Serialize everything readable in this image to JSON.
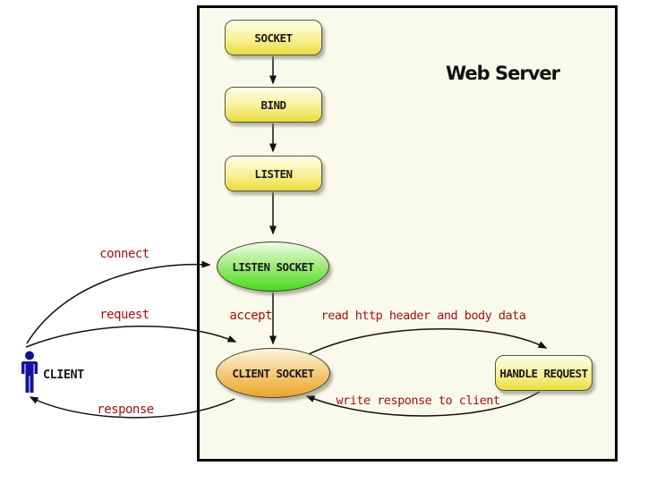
{
  "diagram": {
    "title": "Web Server",
    "client_label": "CLIENT",
    "nodes": {
      "socket": "SOCKET",
      "bind": "BIND",
      "listen": "LISTEN",
      "listen_socket": "LISTEN SOCKET",
      "client_socket": "CLIENT SOCKET",
      "handle_request": "HANDLE REQUEST"
    },
    "edges": {
      "connect": "connect",
      "request": "request",
      "response": "response",
      "accept": "accept",
      "read": "read http header and body data",
      "write": "write response to client"
    },
    "colors": {
      "server_box_bg": "#fafaec",
      "node_yellow": "#eadd3f",
      "node_green": "#46da1c",
      "node_orange": "#e9a62e",
      "edge_label_red": "#a31111",
      "client_navy": "#12129f",
      "arrow_black": "#111111"
    }
  }
}
